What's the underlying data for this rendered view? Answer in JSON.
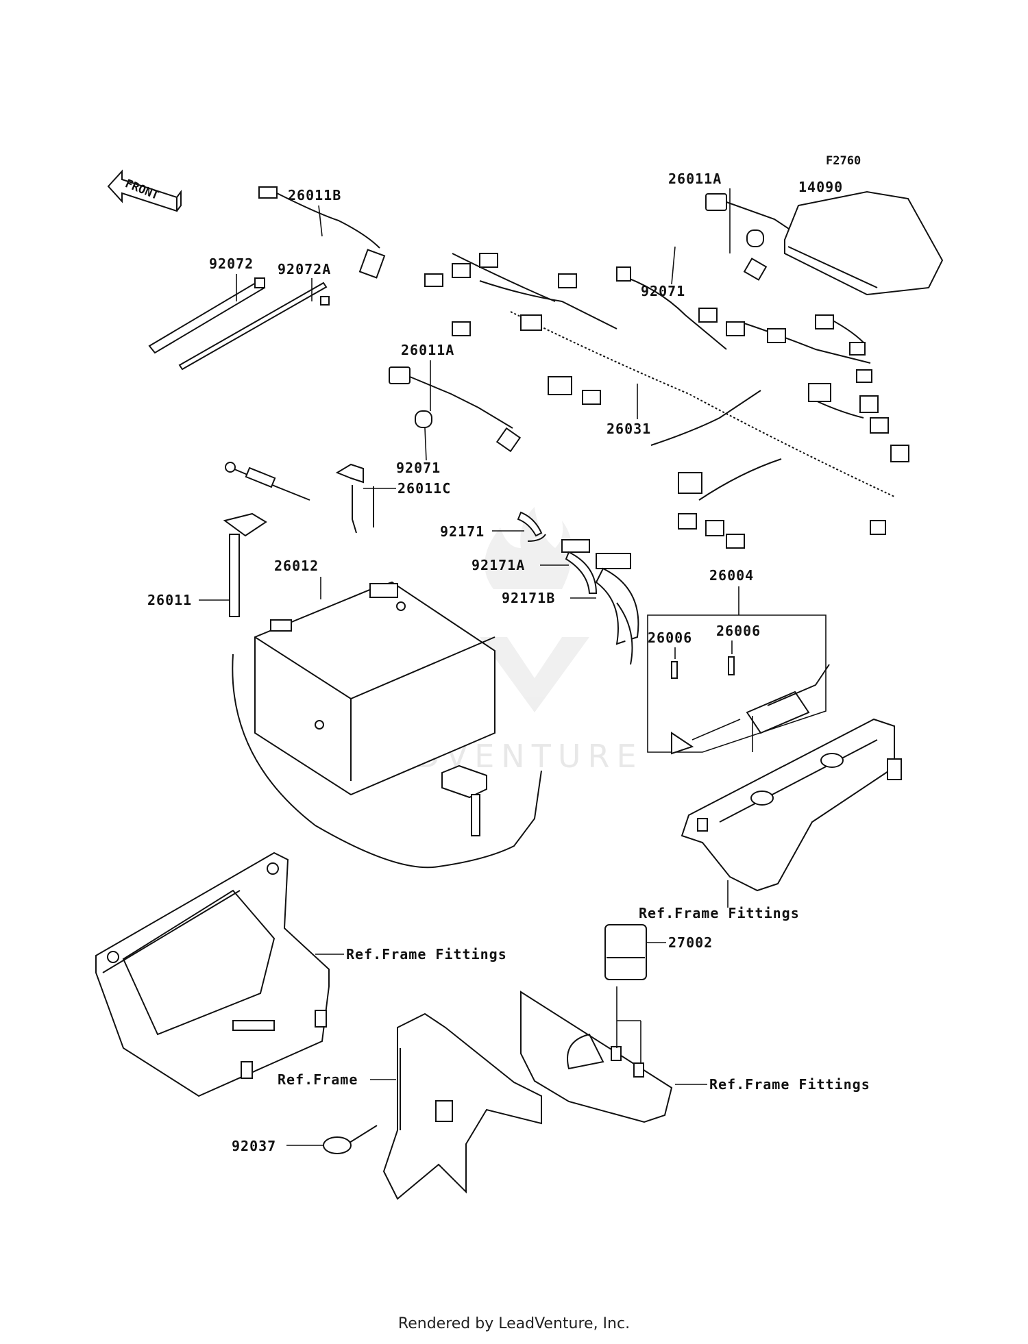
{
  "figure_code": "F2760",
  "front_label": "FRONT",
  "watermark": "LEADVENTURE",
  "footer": "Rendered by LeadVenture, Inc.",
  "part_labels": {
    "p26011B": "26011B",
    "p92072": "92072",
    "p92072A": "92072A",
    "p26011A_top": "26011A",
    "p14090": "14090",
    "p92071_top": "92071",
    "p26011A_mid": "26011A",
    "p26031": "26031",
    "p92071_mid": "92071",
    "p26011C": "26011C",
    "p92171": "92171",
    "p92171A": "92171A",
    "p92171B": "92171B",
    "p26012": "26012",
    "p26011": "26011",
    "p26004": "26004",
    "p26006_a": "26006",
    "p26006_b": "26006",
    "p27002": "27002",
    "p92037": "92037"
  },
  "references": {
    "ref_frame_fittings_right": "Ref.Frame Fittings",
    "ref_frame_fittings_left": "Ref.Frame Fittings",
    "ref_frame": "Ref.Frame",
    "ref_frame_fittings_bottom": "Ref.Frame Fittings"
  }
}
